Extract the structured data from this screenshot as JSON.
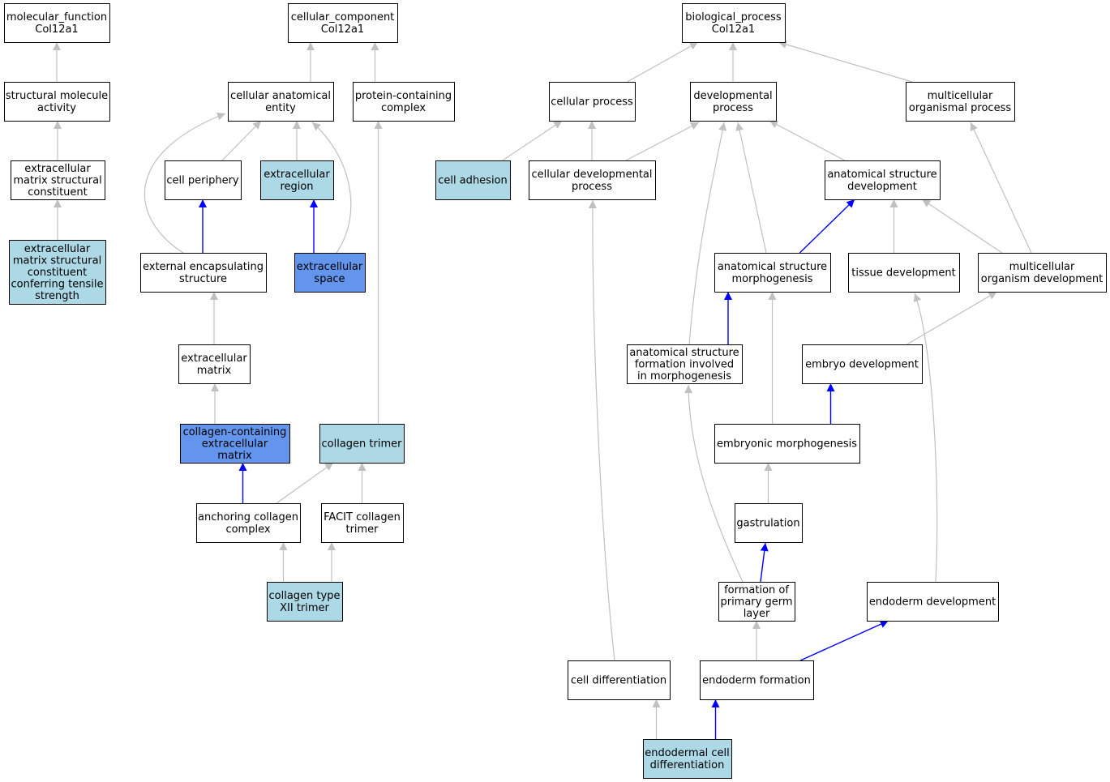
{
  "colors": {
    "white": "#ffffff",
    "light": "#add8e6",
    "strong": "#6495ed",
    "edge_gray": "#c0c0c0",
    "edge_blue": "#0000ff",
    "border": "#000000"
  },
  "nodes": [
    {
      "id": "mf",
      "lines": [
        "molecular_function",
        "Col12a1"
      ],
      "fill": "white"
    },
    {
      "id": "sma",
      "lines": [
        "structural molecule",
        "activity"
      ],
      "fill": "white"
    },
    {
      "id": "emsc",
      "lines": [
        "extracellular",
        "matrix structural",
        "constituent"
      ],
      "fill": "white"
    },
    {
      "id": "emscts",
      "lines": [
        "extracellular",
        "matrix structural",
        "constituent",
        "conferring tensile",
        "strength"
      ],
      "fill": "light"
    },
    {
      "id": "cc",
      "lines": [
        "cellular_component",
        "Col12a1"
      ],
      "fill": "white"
    },
    {
      "id": "cae",
      "lines": [
        "cellular anatomical",
        "entity"
      ],
      "fill": "white"
    },
    {
      "id": "pcc",
      "lines": [
        "protein-containing",
        "complex"
      ],
      "fill": "white"
    },
    {
      "id": "cp",
      "lines": [
        "cell periphery"
      ],
      "fill": "white"
    },
    {
      "id": "er",
      "lines": [
        "extracellular",
        "region"
      ],
      "fill": "light"
    },
    {
      "id": "ees",
      "lines": [
        "external encapsulating",
        "structure"
      ],
      "fill": "white"
    },
    {
      "id": "es",
      "lines": [
        "extracellular",
        "space"
      ],
      "fill": "strong"
    },
    {
      "id": "em",
      "lines": [
        "extracellular",
        "matrix"
      ],
      "fill": "white"
    },
    {
      "id": "ccem",
      "lines": [
        "collagen-containing",
        "extracellular",
        "matrix"
      ],
      "fill": "strong"
    },
    {
      "id": "ct",
      "lines": [
        "collagen trimer"
      ],
      "fill": "light"
    },
    {
      "id": "acc",
      "lines": [
        "anchoring collagen",
        "complex"
      ],
      "fill": "white"
    },
    {
      "id": "fct",
      "lines": [
        "FACIT collagen",
        "trimer"
      ],
      "fill": "white"
    },
    {
      "id": "ct12",
      "lines": [
        "collagen type",
        "XII trimer"
      ],
      "fill": "light"
    },
    {
      "id": "bp",
      "lines": [
        "biological_process",
        "Col12a1"
      ],
      "fill": "white"
    },
    {
      "id": "cpr",
      "lines": [
        "cellular process"
      ],
      "fill": "white"
    },
    {
      "id": "dp",
      "lines": [
        "developmental",
        "process"
      ],
      "fill": "white"
    },
    {
      "id": "mop",
      "lines": [
        "multicellular",
        "organismal process"
      ],
      "fill": "white"
    },
    {
      "id": "ca",
      "lines": [
        "cell adhesion"
      ],
      "fill": "light"
    },
    {
      "id": "cdp",
      "lines": [
        "cellular developmental",
        "process"
      ],
      "fill": "white"
    },
    {
      "id": "asd",
      "lines": [
        "anatomical structure",
        "development"
      ],
      "fill": "white"
    },
    {
      "id": "asm",
      "lines": [
        "anatomical structure",
        "morphogenesis"
      ],
      "fill": "white"
    },
    {
      "id": "td",
      "lines": [
        "tissue development"
      ],
      "fill": "white"
    },
    {
      "id": "mod",
      "lines": [
        "multicellular",
        "organism development"
      ],
      "fill": "white"
    },
    {
      "id": "asf",
      "lines": [
        "anatomical structure",
        "formation involved",
        "in morphogenesis"
      ],
      "fill": "white"
    },
    {
      "id": "ed",
      "lines": [
        "embryo development"
      ],
      "fill": "white"
    },
    {
      "id": "emo",
      "lines": [
        "embryonic morphogenesis"
      ],
      "fill": "white"
    },
    {
      "id": "ga",
      "lines": [
        "gastrulation"
      ],
      "fill": "white"
    },
    {
      "id": "fpgl",
      "lines": [
        "formation of",
        "primary germ",
        "layer"
      ],
      "fill": "white"
    },
    {
      "id": "endd",
      "lines": [
        "endoderm development"
      ],
      "fill": "white"
    },
    {
      "id": "cd",
      "lines": [
        "cell differentiation"
      ],
      "fill": "white"
    },
    {
      "id": "ef",
      "lines": [
        "endoderm formation"
      ],
      "fill": "white"
    },
    {
      "id": "ecd",
      "lines": [
        "endodermal cell",
        "differentiation"
      ],
      "fill": "light"
    }
  ],
  "edges": [
    {
      "from": "sma",
      "to": "mf",
      "color": "gray"
    },
    {
      "from": "emsc",
      "to": "sma",
      "color": "gray"
    },
    {
      "from": "emscts",
      "to": "emsc",
      "color": "gray"
    },
    {
      "from": "cae",
      "to": "cc",
      "color": "gray"
    },
    {
      "from": "pcc",
      "to": "cc",
      "color": "gray"
    },
    {
      "from": "cp",
      "to": "cae",
      "color": "gray"
    },
    {
      "from": "er",
      "to": "cae",
      "color": "gray"
    },
    {
      "from": "ees",
      "to": "cae",
      "color": "gray"
    },
    {
      "from": "es",
      "to": "cae",
      "color": "gray"
    },
    {
      "from": "ees",
      "to": "cp",
      "color": "blue"
    },
    {
      "from": "es",
      "to": "er",
      "color": "blue"
    },
    {
      "from": "em",
      "to": "ees",
      "color": "gray"
    },
    {
      "from": "ccem",
      "to": "em",
      "color": "gray"
    },
    {
      "from": "ct",
      "to": "pcc",
      "color": "gray"
    },
    {
      "from": "acc",
      "to": "ccem",
      "color": "blue"
    },
    {
      "from": "acc",
      "to": "ct",
      "color": "gray"
    },
    {
      "from": "fct",
      "to": "ct",
      "color": "gray"
    },
    {
      "from": "ct12",
      "to": "acc",
      "color": "gray"
    },
    {
      "from": "ct12",
      "to": "fct",
      "color": "gray"
    },
    {
      "from": "cpr",
      "to": "bp",
      "color": "gray"
    },
    {
      "from": "dp",
      "to": "bp",
      "color": "gray"
    },
    {
      "from": "mop",
      "to": "bp",
      "color": "gray"
    },
    {
      "from": "ca",
      "to": "cpr",
      "color": "gray"
    },
    {
      "from": "cdp",
      "to": "cpr",
      "color": "gray"
    },
    {
      "from": "cdp",
      "to": "dp",
      "color": "gray"
    },
    {
      "from": "asd",
      "to": "dp",
      "color": "gray"
    },
    {
      "from": "asm",
      "to": "dp",
      "color": "gray"
    },
    {
      "from": "asf",
      "to": "dp",
      "color": "gray"
    },
    {
      "from": "asm",
      "to": "asd",
      "color": "blue"
    },
    {
      "from": "td",
      "to": "asd",
      "color": "gray"
    },
    {
      "from": "mod",
      "to": "asd",
      "color": "gray"
    },
    {
      "from": "mod",
      "to": "mop",
      "color": "gray"
    },
    {
      "from": "asf",
      "to": "asm",
      "color": "blue"
    },
    {
      "from": "emo",
      "to": "asm",
      "color": "gray"
    },
    {
      "from": "ed",
      "to": "mod",
      "color": "gray"
    },
    {
      "from": "emo",
      "to": "ed",
      "color": "blue"
    },
    {
      "from": "ga",
      "to": "emo",
      "color": "gray"
    },
    {
      "from": "fpgl",
      "to": "ga",
      "color": "blue"
    },
    {
      "from": "fpgl",
      "to": "asf",
      "color": "gray"
    },
    {
      "from": "endd",
      "to": "td",
      "color": "gray"
    },
    {
      "from": "cd",
      "to": "cdp",
      "color": "gray"
    },
    {
      "from": "ef",
      "to": "fpgl",
      "color": "gray"
    },
    {
      "from": "ef",
      "to": "endd",
      "color": "blue"
    },
    {
      "from": "ecd",
      "to": "cd",
      "color": "gray"
    },
    {
      "from": "ecd",
      "to": "ef",
      "color": "blue"
    }
  ]
}
